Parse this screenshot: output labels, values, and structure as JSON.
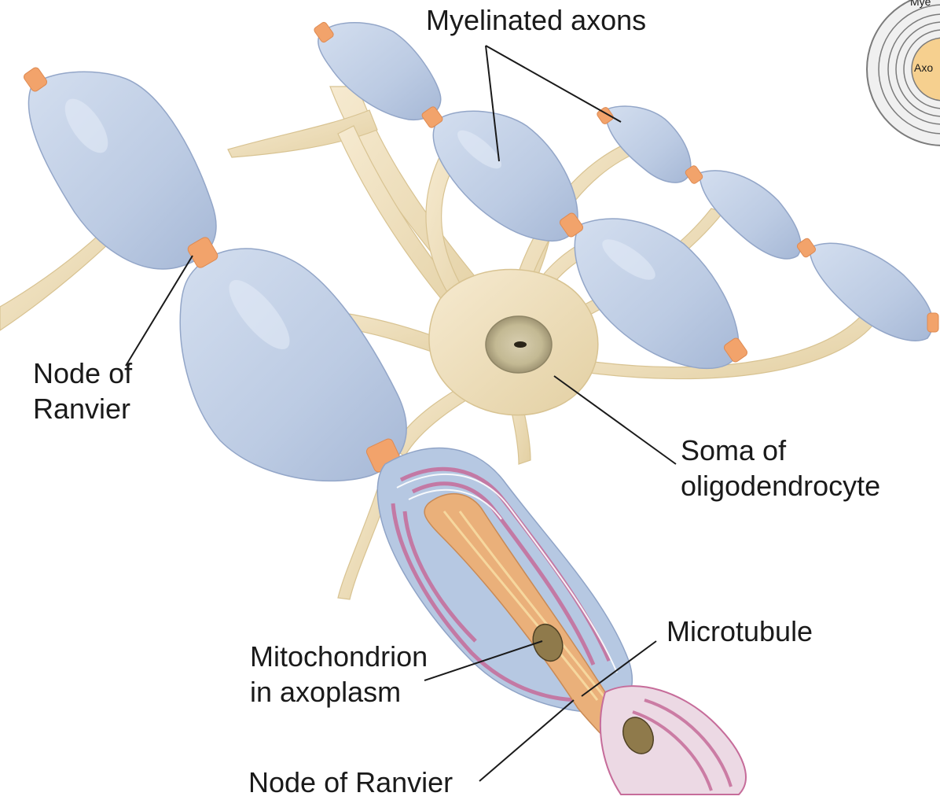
{
  "colors": {
    "myelin": "#bccbe3",
    "myelin_dark": "#9fb1d0",
    "cytoplasm": "#f1e3bf",
    "cytoplasm_dark": "#e2cfa0",
    "node": "#f2a36b",
    "axoplasm": "#eab07a",
    "sheath_pink": "#c66c9a",
    "inset_ring": "#7b7b7b",
    "inset_axon": "#f6d08f"
  },
  "labels": {
    "myelinated_axons": "Myelinated axons",
    "node_of_ranvier_left_line1": "Node of",
    "node_of_ranvier_left_line2": "Ranvier",
    "soma_line1": "Soma of",
    "soma_line2": "oligodendrocyte",
    "microtubule": "Microtubule",
    "mitochondrion_line1": "Mitochondrion",
    "mitochondrion_line2": "in axoplasm",
    "node_of_ranvier_bottom": "Node of Ranvier"
  },
  "inset": {
    "top_label": "Mye",
    "axon_label": "Axo"
  }
}
